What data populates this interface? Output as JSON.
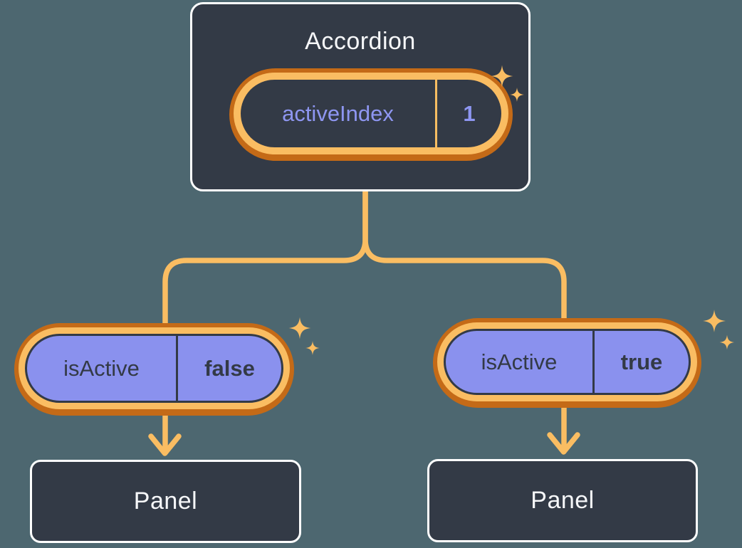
{
  "canvas": {
    "background": "#4D6770"
  },
  "colors": {
    "node_fill": "#333A46",
    "node_border": "#FFFFFF",
    "node_text": "#F6F7F9",
    "pill_ring_outer": "#C46A17",
    "pill_ring_inner": "#FABD62",
    "pill_purple_fill": "#8A91EE",
    "purple_text": "#8E96F1",
    "dark_text": "#333A46",
    "connector": "#FABD62"
  },
  "diagram": {
    "root": {
      "title": "Accordion",
      "state": {
        "name": "activeIndex",
        "value": "1"
      }
    },
    "children": [
      {
        "prop": {
          "name": "isActive",
          "value": "false"
        },
        "panel_label": "Panel"
      },
      {
        "prop": {
          "name": "isActive",
          "value": "true"
        },
        "panel_label": "Panel"
      }
    ]
  }
}
